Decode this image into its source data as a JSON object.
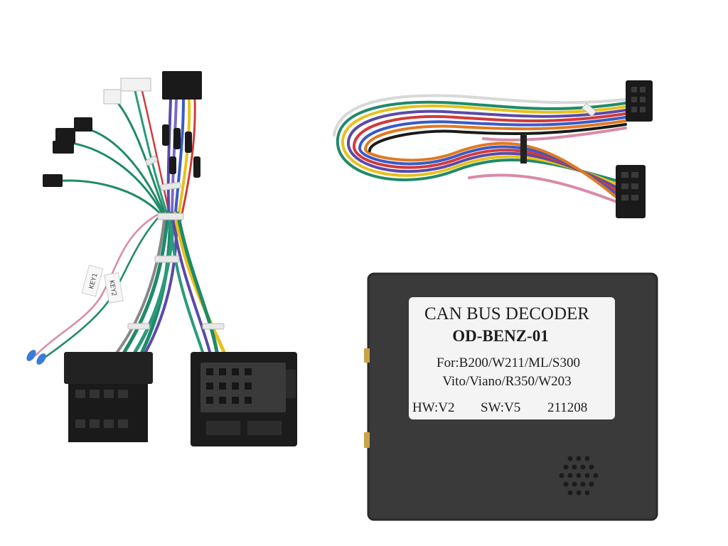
{
  "decoder": {
    "line1": "CAN BUS DECODER",
    "line2": "OD-BENZ-01",
    "line3": "For:B200/W211/ML/S300",
    "line4": "Vito/Viano/R350/W203",
    "hw": "HW:V2",
    "sw": "SW:V5",
    "code": "211208"
  },
  "tags": {
    "key1": "KEY1",
    "key2": "KEY2"
  },
  "colors": {
    "background": "#ffffff",
    "box": "#3a3a3a",
    "label": "#f4f4f4",
    "connector": "#1a1a1a",
    "wire_green": "#1f8a6a",
    "wire_yellow": "#e6c21a",
    "wire_purple": "#5a4aa8",
    "wire_red": "#d23a3a",
    "wire_blue": "#3a5ac8",
    "wire_orange": "#e07a20",
    "wire_white": "#d8d8d8",
    "wire_pink": "#d98aa8"
  }
}
